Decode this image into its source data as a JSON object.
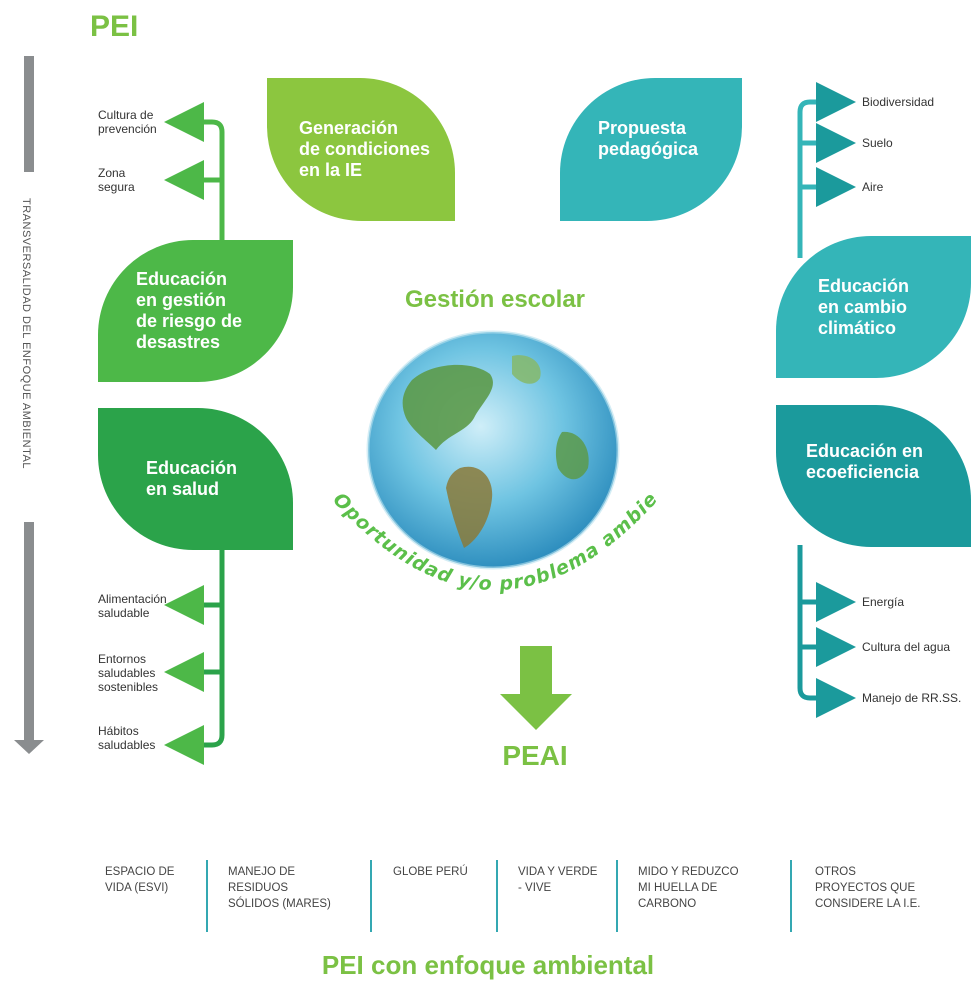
{
  "header": {
    "title": "PEI"
  },
  "side_label": "TRANSVERSALIDAD DEL ENFOQUE AMBIENTAL",
  "leaves": {
    "generacion": "Generación\nde condiciones\nen la IE",
    "propuesta": "Propuesta\npedagógica",
    "riesgo": "Educación\nen gestión\nde riesgo de\ndesastres",
    "salud": "Educación\nen salud",
    "cambio": "Educación\nen cambio\nclimático",
    "ecoeficiencia": "Educación en\necoeficiencia"
  },
  "left_top_items": [
    "Cultura de\nprevención",
    "Zona\nsegura"
  ],
  "left_bottom_items": [
    "Alimentación\nsaludable",
    "Entornos\nsaludables\nsostenibles",
    "Hábitos\nsaludables"
  ],
  "right_top_items": [
    "Biodiversidad",
    "Suelo",
    "Aire"
  ],
  "right_bottom_items": [
    "Energía",
    "Cultura del agua",
    "Manejo de RR.SS."
  ],
  "center": {
    "title": "Gestión escolar",
    "arc_text": "Oportunidad y/o problema ambiental",
    "result": "PEAI"
  },
  "projects": [
    "Espacio de\nvida (ESVI)",
    "Manejo de\nresiduos\nsólidos (MARES)",
    "GLOBE Perú",
    "Vida y Verde\n- VIVE",
    "Mido y reduzco\nmi huella de\ncarbono",
    "Otros\nproyectos que\nconsidere la I.E."
  ],
  "footer": "PEI con enfoque ambiental",
  "colors": {
    "light_green": "#8cc63f",
    "mid_green": "#4db848",
    "dark_green": "#2ba34a",
    "teal": "#34b5b8",
    "dark_teal": "#1b9a9c",
    "text_green": "#7bc144"
  }
}
